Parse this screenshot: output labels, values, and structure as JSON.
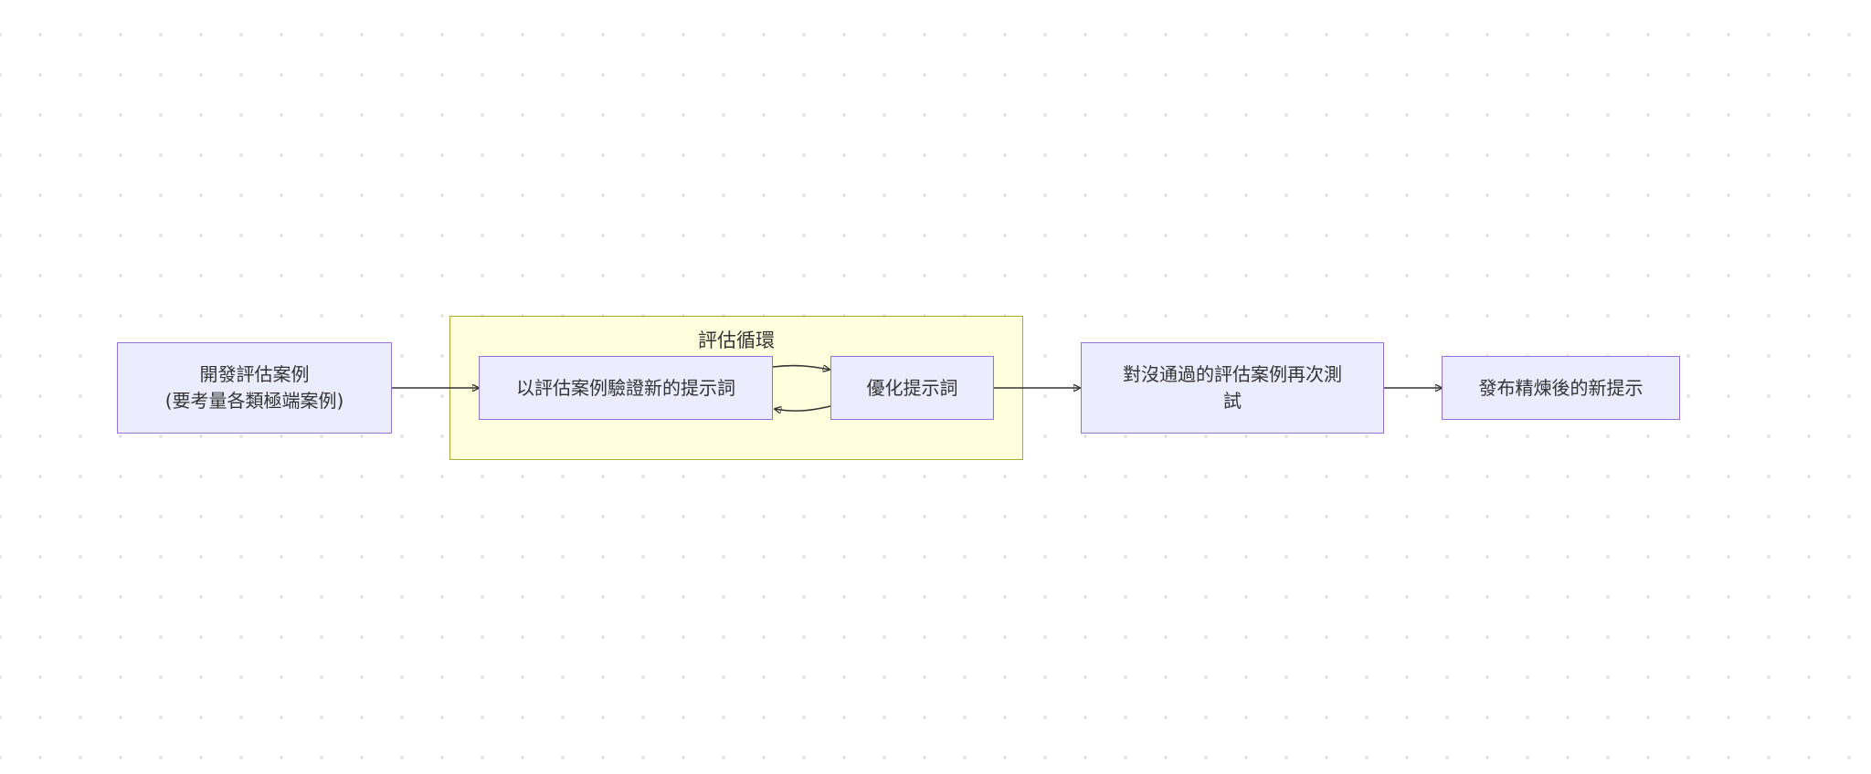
{
  "diagram": {
    "cluster": {
      "title": "評估循環"
    },
    "nodes": {
      "develop": "開發評估案例\n(要考量各類極端案例)",
      "validate": "以評估案例驗證新的提示詞",
      "optimize": "優化提示詞",
      "retest": "對沒通過的評估案例再次測\n試",
      "publish": "發布精煉後的新提示"
    },
    "edges": [
      {
        "from": "develop",
        "to": "validate"
      },
      {
        "from": "validate",
        "to": "optimize"
      },
      {
        "from": "optimize",
        "to": "validate"
      },
      {
        "from": "optimize",
        "to": "retest"
      },
      {
        "from": "retest",
        "to": "publish"
      }
    ],
    "colors": {
      "node_fill": "#ececff",
      "node_border": "#9370db",
      "cluster_fill": "#ffffde",
      "cluster_border": "#aaaa33",
      "edge": "#333333",
      "text": "#333333"
    }
  }
}
